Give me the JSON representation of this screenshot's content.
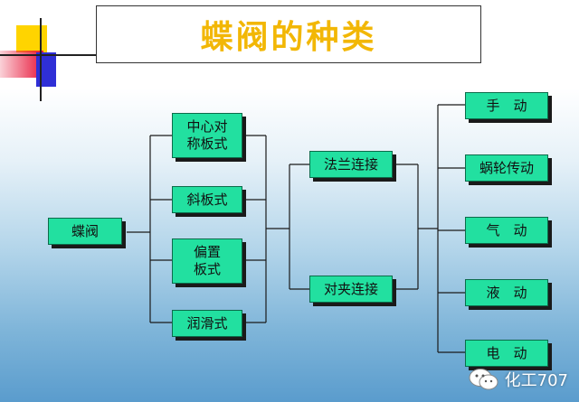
{
  "title": "蝶阀的种类",
  "nodes": {
    "root": "蝶阀",
    "center_symmetric": "中心对\n称板式",
    "inclined": "斜板式",
    "offset": "偏置\n板式",
    "lubricated": "润滑式",
    "flange": "法兰连接",
    "wafer": "对夹连接",
    "manual": "手　动",
    "worm": "蜗轮传动",
    "pneumatic": "气　动",
    "hydraulic": "液　动",
    "electric": "电　动"
  },
  "watermark": {
    "text": "化工707",
    "icon": "wechat-icon"
  },
  "colors": {
    "node_fill": "#22e0a0",
    "title_text": "#f2b705"
  }
}
